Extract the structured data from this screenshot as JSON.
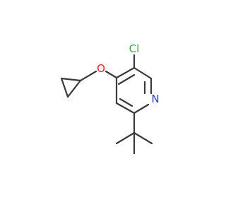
{
  "molecule": {
    "atoms": {
      "chlorine": {
        "label": "Cl",
        "color": "#33a933"
      },
      "oxygen": {
        "label": "O",
        "color": "#ff1a1a"
      },
      "nitrogen": {
        "label": "N",
        "color": "#1f3fff"
      }
    },
    "bond_color": "#3a3a3a"
  }
}
